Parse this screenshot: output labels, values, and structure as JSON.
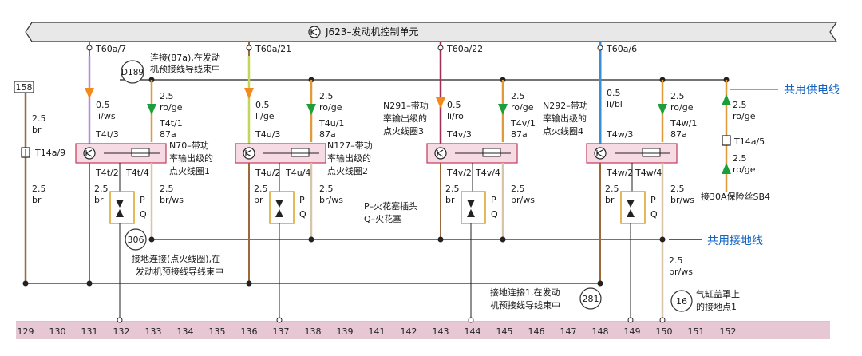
{
  "ecu": {
    "label": "J623–发动机控制单元"
  },
  "terminals": {
    "t60a7": "T60a/7",
    "t60a21": "T60a/21",
    "t60a22": "T60a/22",
    "t60a6": "T60a/6",
    "t4t3": "T4t/3",
    "t4t1": "T4t/1",
    "t4t2": "T4t/2",
    "t4t4": "T4t/4",
    "t4u3": "T4u/3",
    "t4u1": "T4u/1",
    "t4u2": "T4u/2",
    "t4u4": "T4u/4",
    "t4v3": "T4v/3",
    "t4v1": "T4v/1",
    "t4v2": "T4v/2",
    "t4v4": "T4v/4",
    "t4w3": "T4w/3",
    "t4w1": "T4w/1",
    "t4w2": "T4w/2",
    "t4w4": "T4w/4",
    "t14a9": "T14a/9",
    "t14a5": "T14a/5"
  },
  "wires": {
    "w_05": "0.5",
    "w_25": "2.5",
    "li_ws": "li/ws",
    "li_ge": "li/ge",
    "li_ro": "li/ro",
    "li_bl": "li/bl",
    "ro_ge": "ro/ge",
    "br": "br",
    "br_ws": "br/ws",
    "p87a": "87a"
  },
  "badges": {
    "d189": "D189",
    "b306": "306",
    "b281": "281",
    "b16": "16",
    "b158": "158"
  },
  "notes": {
    "d189_a": "连接(87a),在发动",
    "d189_b": "机预接线导线束中",
    "n70_a": "N70–带功",
    "n70_b": "率输出级的",
    "n70_c": "点火线圈1",
    "n127_a": "N127–带功",
    "n127_b": "率输出级的",
    "n127_c": "点火线圈2",
    "n291_a": "N291–带功",
    "n291_b": "率输出级的",
    "n291_c": "点火线圈3",
    "n292_a": "N292–带功",
    "n292_b": "率输出级的",
    "n292_c": "点火线圈4",
    "pq_a": "P–火花塞插头",
    "pq_b": "Q–火花塞",
    "g306_a": "接地连接(点火线圈),在",
    "g306_b": "发动机预接线导线束中",
    "g281_a": "接地连接1,在发动",
    "g281_b": "机预接线导线束中",
    "g16_a": "气缸盖罩上",
    "g16_b": "的接地点1",
    "sb4": "接30A保险丝SB4",
    "p": "P",
    "q": "Q"
  },
  "callouts": {
    "supply": "共用供电线",
    "ground": "共用接地线"
  },
  "ruler": [
    "129",
    "130",
    "131",
    "132",
    "133",
    "134",
    "135",
    "136",
    "137",
    "138",
    "139",
    "141",
    "142",
    "143",
    "144",
    "145",
    "146",
    "147",
    "148",
    "149",
    "150",
    "151",
    "152"
  ],
  "colors": {
    "orange": "#f28a1e",
    "green": "#1e9e3a",
    "supply": "#2a9fd6",
    "ground": "#e0202a",
    "ruler_bg": "#e6c7d3"
  }
}
